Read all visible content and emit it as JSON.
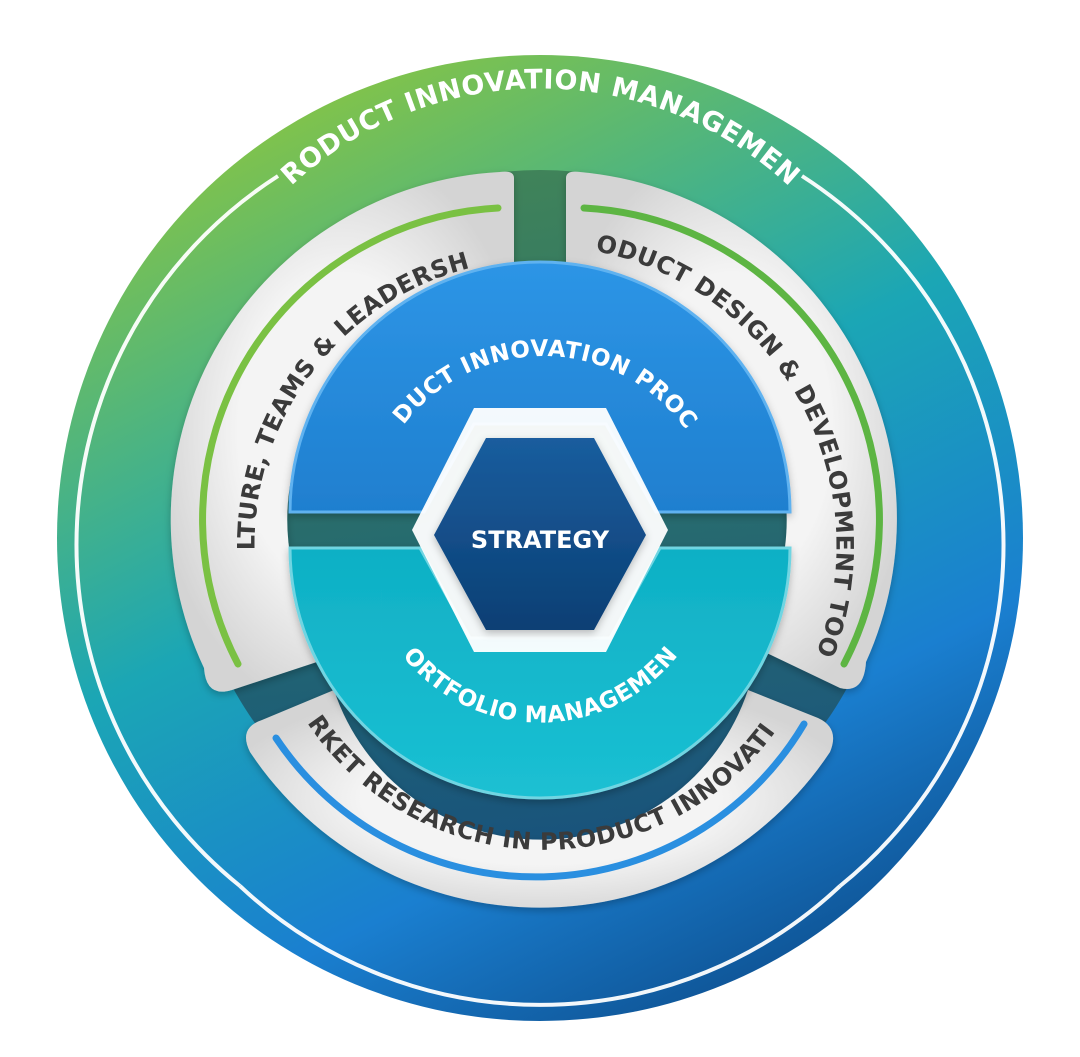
{
  "diagram": {
    "outer_ring": {
      "label": "PRODUCT INNOVATION MANAGEMENT"
    },
    "segments": {
      "culture": "CULTURE, TEAMS & LEADERSHIP",
      "design_tools": "PRODUCT DESIGN & DEVELOPMENT TOOLS",
      "market_research": "MARKET RESEARCH IN PRODUCT INNOVATION"
    },
    "inner": {
      "process": "PRODUCT INNOVATION PROCESS",
      "portfolio": "PORTFOLIO MANAGEMENT"
    },
    "center": {
      "label": "STRATEGY"
    }
  },
  "colors": {
    "outer_green": "#8cc63f",
    "outer_teal": "#1ba6b5",
    "outer_blue": "#1a7fd0",
    "outer_navy": "#0d4d8c",
    "process_blue": "#2b8fe0",
    "portfolio_teal": "#16b8cc",
    "strategy_navy": "#0f4c87",
    "accent_green": "#7ac143",
    "accent_blue": "#2a8fe0",
    "panel_grey": "#e6e6e6",
    "label_dark": "#3b3b3b"
  }
}
